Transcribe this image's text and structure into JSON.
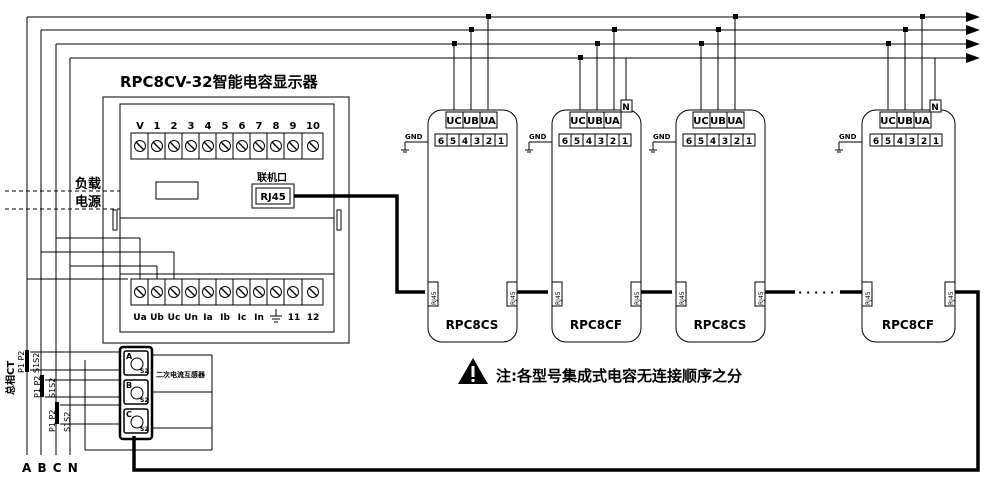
{
  "controller": {
    "title": "RPC8CV-32智能电容显示器",
    "top_terminals": [
      "V",
      "1",
      "2",
      "3",
      "4",
      "5",
      "6",
      "7",
      "8",
      "9",
      "10"
    ],
    "bottom_terminals": [
      "Ua",
      "Ub",
      "Uc",
      "Un",
      "Ia",
      "Ib",
      "Ic",
      "In",
      "11",
      "12"
    ],
    "link_port_label": "联机口",
    "rj45_label": "RJ45"
  },
  "load_label": [
    "负载",
    "电源"
  ],
  "ct": {
    "main_label": "总相CT",
    "p1p2": "P1 P2",
    "s1s2": "S1S2",
    "box_label": "二次电流互感器",
    "channels": [
      "A",
      "B",
      "C"
    ],
    "s2": "S2"
  },
  "phases": "A B C N",
  "units": [
    {
      "name": "RPC8CS",
      "phase_labels": [
        "UC",
        "UB",
        "UA"
      ],
      "has_n": false
    },
    {
      "name": "RPC8CF",
      "phase_labels": [
        "UC",
        "UB",
        "UA"
      ],
      "has_n": true
    },
    {
      "name": "RPC8CS",
      "phase_labels": [
        "UC",
        "UB",
        "UA"
      ],
      "has_n": false
    },
    {
      "name": "RPC8CF",
      "phase_labels": [
        "UC",
        "UB",
        "UA"
      ],
      "has_n": true
    }
  ],
  "unit_terminals": [
    "6",
    "5",
    "4",
    "3",
    "2",
    "1"
  ],
  "gnd_label": "GND",
  "n_label": "N",
  "rj45_side": "RJ45",
  "note": "注:各型号集成式电容无连接顺序之分",
  "dots": "· · · · ·"
}
